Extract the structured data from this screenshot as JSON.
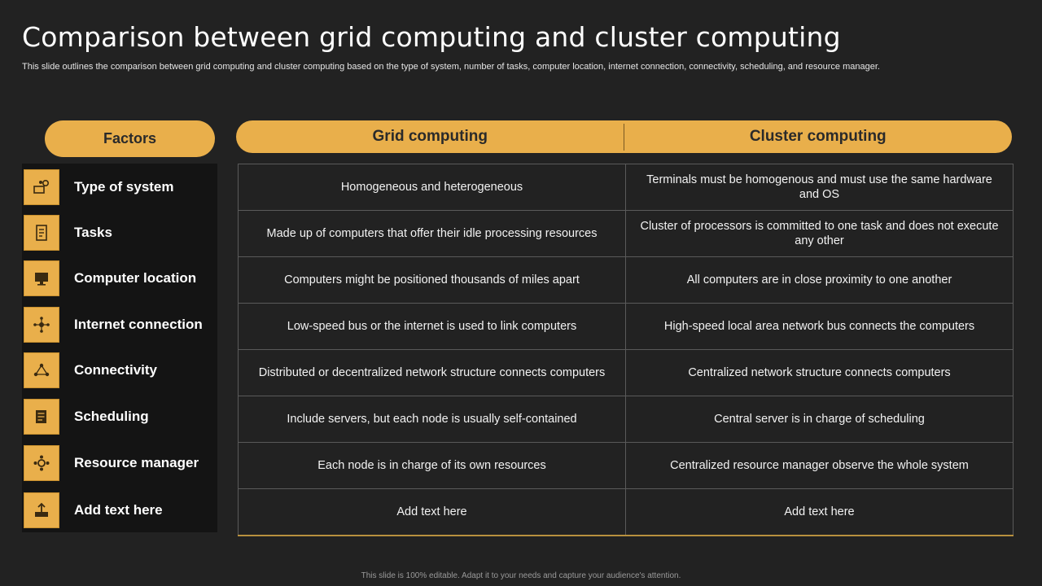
{
  "title": "Comparison between grid computing and cluster computing",
  "subtitle": "This slide outlines the comparison between grid computing and cluster computing based on the type  of system, number of tasks, computer location, internet connection, connectivity,  scheduling, and resource manager.",
  "accent_color": "#e9af4b",
  "factors_header": "Factors",
  "columns": [
    "Grid computing",
    "Cluster computing"
  ],
  "factors": [
    {
      "label": "Type of system",
      "icon": "gears-monitor-icon"
    },
    {
      "label": "Tasks",
      "icon": "document-icon"
    },
    {
      "label": "Computer location",
      "icon": "monitor-icon"
    },
    {
      "label": "Internet connection",
      "icon": "network-icon"
    },
    {
      "label": "Connectivity",
      "icon": "people-network-icon"
    },
    {
      "label": "Scheduling",
      "icon": "notepad-icon"
    },
    {
      "label": "Resource manager",
      "icon": "resources-icon"
    },
    {
      "label": "Add text here",
      "icon": "upload-tray-icon"
    }
  ],
  "rows": [
    [
      "Homogeneous and heterogeneous",
      "Terminals must be homogenous and must use the same hardware and OS"
    ],
    [
      "Made up of computers that offer their idle processing resources",
      "Cluster of processors is committed to one task and does not execute any other"
    ],
    [
      "Computers might be positioned thousands of miles apart",
      "All computers are in close proximity to one another"
    ],
    [
      "Low-speed bus or the internet is used to link computers",
      "High-speed local area network bus connects the computers"
    ],
    [
      "Distributed or decentralized network structure connects computers",
      "Centralized network structure connects computers"
    ],
    [
      "Include servers, but each node is usually self-contained",
      "Central server is in charge of scheduling"
    ],
    [
      "Each node is in charge of its own resources",
      "Centralized resource manager observe the whole system"
    ],
    [
      "Add text here",
      "Add text here"
    ]
  ],
  "footer": "This slide is 100% editable. Adapt it to your needs and capture your audience's attention."
}
